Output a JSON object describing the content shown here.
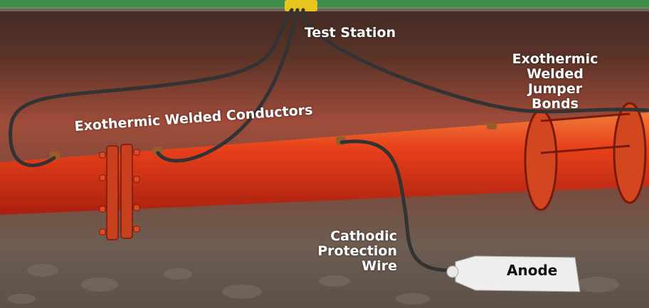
{
  "labels": {
    "test_station": "Test Station",
    "jumper_bonds": [
      "Exothermic",
      "Welded Jumper",
      "Bonds"
    ],
    "conductors": "Exothermic Welded Conductors",
    "cp_wire": [
      "Cathodic",
      "Protection",
      "Wire"
    ],
    "anode": "Anode"
  },
  "colors": {
    "pipe": "#e8401a",
    "soil_top": "#4a3028",
    "soil_mid": "#9a4a38",
    "soil_bottom": "#6e5e52",
    "grass": "#3f8f4a",
    "post": "#e6c51e",
    "wire": "#3a3a3a"
  }
}
